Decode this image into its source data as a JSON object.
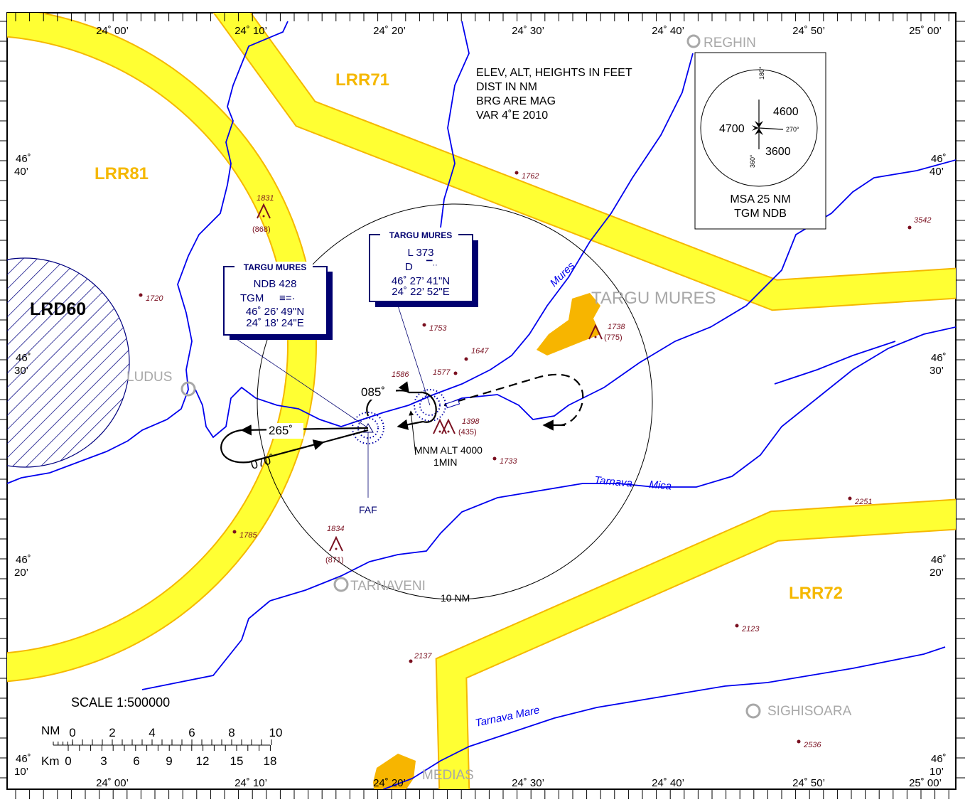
{
  "notes": {
    "line1": "ELEV, ALT, HEIGHTS IN FEET",
    "line2": "DIST IN NM",
    "line3": "BRG ARE MAG",
    "line4": "VAR 4˚E 2010"
  },
  "airspaces": [
    "LRR71",
    "LRR81",
    "LRD60",
    "LRR72"
  ],
  "towns": [
    "REGHIN",
    "TARGU MURES",
    "LUDUS",
    "TARNAVENI",
    "SIGHISOARA",
    "MEDIAS"
  ],
  "rivers": [
    "Mures",
    "Tarnava",
    "Mica",
    "Tarnava Mare"
  ],
  "longitudes": [
    "24˚ 00’",
    "24˚ 10’",
    "24˚ 20’",
    "24˚ 30’",
    "24˚ 40’",
    "24˚ 50’",
    "25˚ 00’"
  ],
  "latitudes": [
    {
      "deg": "46˚",
      "min": "40’"
    },
    {
      "deg": "46˚",
      "min": "30’"
    },
    {
      "deg": "46˚",
      "min": "20’"
    },
    {
      "deg": "46˚",
      "min": "10’"
    }
  ],
  "msa": {
    "n_sector": "4600",
    "w_sector": "4700",
    "s_sector": "3600",
    "brg_180": "180°",
    "brg_270": "270°",
    "brg_360": "360°",
    "title1": "MSA 25 NM",
    "title2": "TGM NDB"
  },
  "ndb": {
    "header": "TARGU MURES",
    "line1": "NDB 428",
    "ident": "TGM",
    "morse": "≡=·",
    "lat": "46˚ 26’ 49\"N",
    "lon": "24˚ 18’ 24\"E"
  },
  "locator": {
    "header": "TARGU MURES",
    "line1": "L 373",
    "ident": "D",
    "morse": "▔··",
    "lat": "46˚ 27’ 41\"N",
    "lon": "24˚ 22’ 52\"E"
  },
  "holding": {
    "brg_085": "085˚",
    "brg_265": "265˚",
    "brg_070": "070˚",
    "mnm_alt": "MNM ALT 4000",
    "time": "1MIN",
    "faf": "FAF",
    "ring": "10 NM"
  },
  "elevations": [
    {
      "value": "1831",
      "height": "(868)"
    },
    {
      "value": "1762"
    },
    {
      "value": "3542"
    },
    {
      "value": "1720"
    },
    {
      "value": "1753"
    },
    {
      "value": "1738",
      "height": "(775)"
    },
    {
      "value": "1647"
    },
    {
      "value": "1586"
    },
    {
      "value": "1577"
    },
    {
      "value": "1398",
      "height": "(435)"
    },
    {
      "value": "1733"
    },
    {
      "value": "2251"
    },
    {
      "value": "1785"
    },
    {
      "value": "1834",
      "height": "(871)"
    },
    {
      "value": "2123"
    },
    {
      "value": "2137"
    },
    {
      "value": "2536"
    }
  ],
  "scale": {
    "title": "SCALE 1:500000",
    "nm_label": "NM",
    "km_label": "Km",
    "nm_ticks": [
      "0",
      "2",
      "4",
      "6",
      "8",
      "10"
    ],
    "km_ticks": [
      "0",
      "3",
      "6",
      "9",
      "12",
      "15",
      "18"
    ]
  },
  "colors": {
    "airspace_fill": "#ffff33",
    "airspace_edge": "#f5b800",
    "river": "#0000ee",
    "town": "#f7b500",
    "elevation": "#7a1020",
    "navaid_box": "#000070"
  }
}
